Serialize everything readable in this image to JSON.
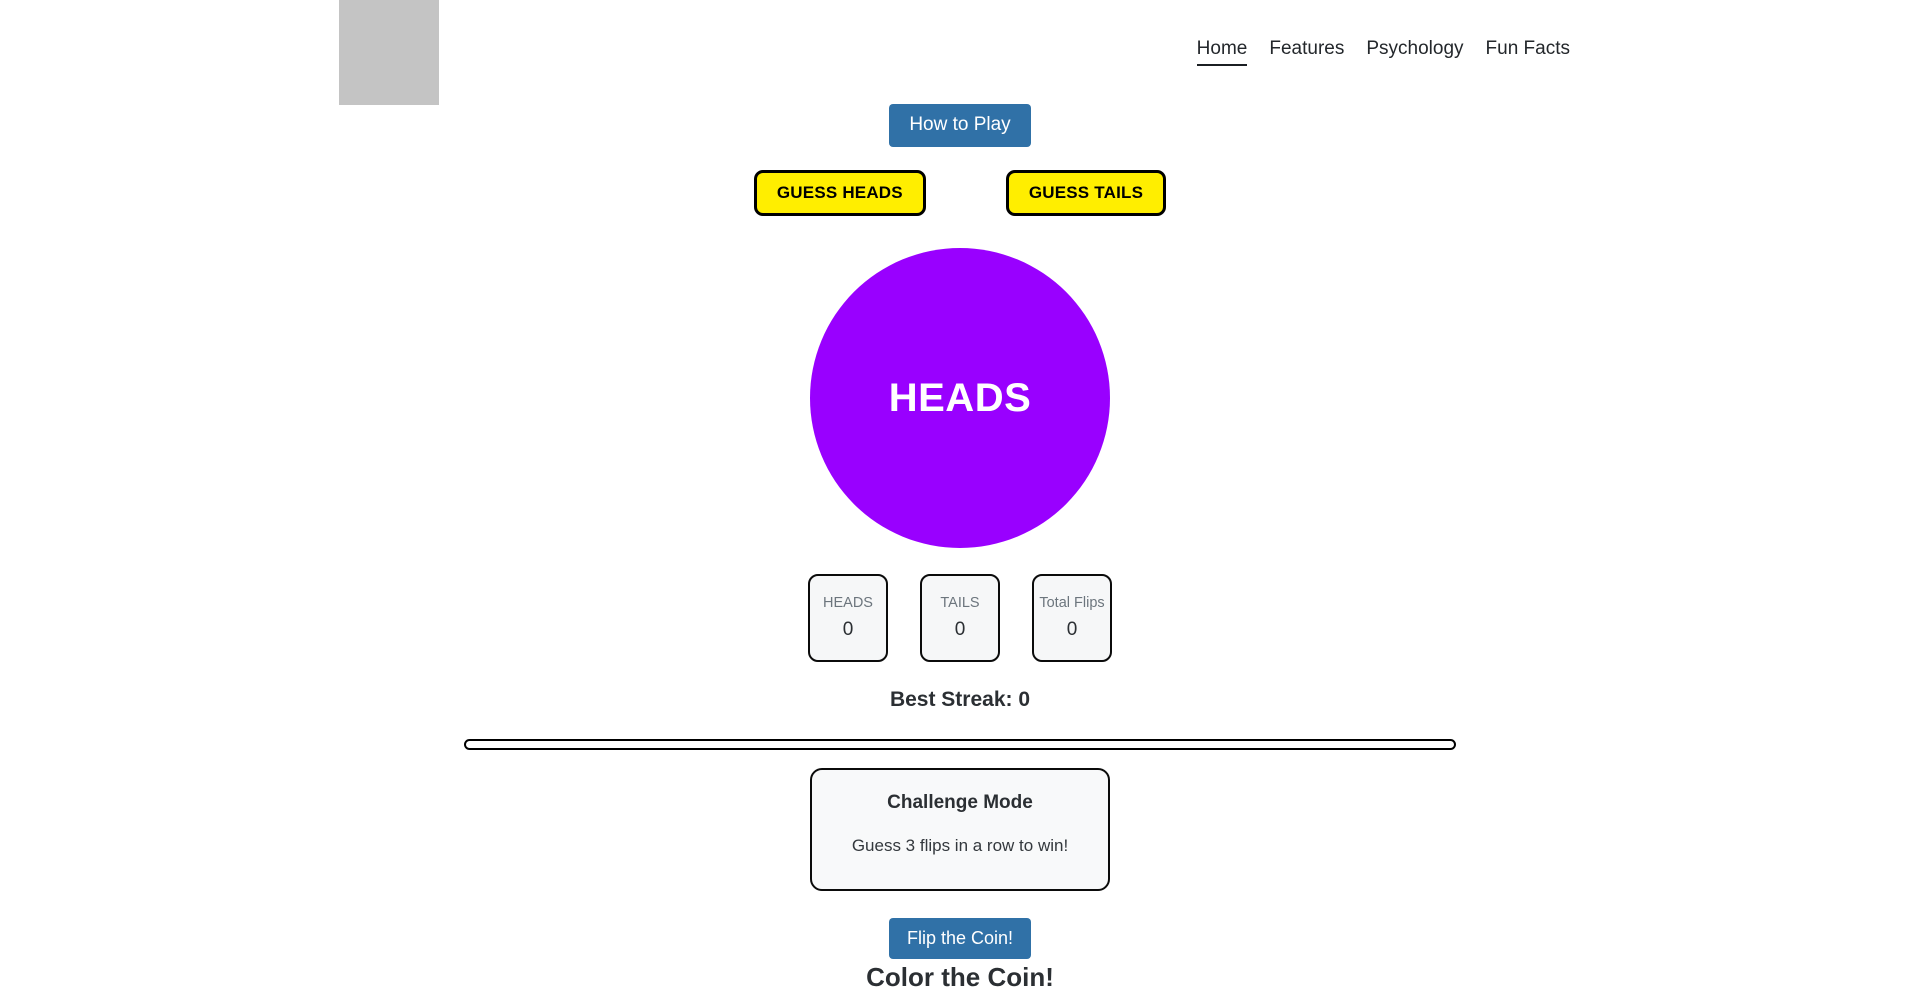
{
  "header": {
    "logo": "logo-placeholder-image",
    "nav": [
      {
        "label": "Home",
        "active": true
      },
      {
        "label": "Features",
        "active": false
      },
      {
        "label": "Psychology",
        "active": false
      },
      {
        "label": "Fun Facts",
        "active": false
      }
    ]
  },
  "actions": {
    "how_to_play": "How to Play",
    "guess_heads": "GUESS HEADS",
    "guess_tails": "GUESS TAILS",
    "flip_coin": "Flip the Coin!"
  },
  "coin": {
    "face": "HEADS",
    "color": "#9900ff"
  },
  "stats": [
    {
      "label": "HEADS",
      "value": "0"
    },
    {
      "label": "TAILS",
      "value": "0"
    },
    {
      "label": "Total Flips",
      "value": "0"
    }
  ],
  "best_streak": "Best Streak: 0",
  "progress": {
    "percent": 0
  },
  "challenge": {
    "title": "Challenge Mode",
    "description": "Guess 3 flips in a row to win!"
  },
  "color_section": {
    "heading": "Color the Coin!"
  },
  "colors": {
    "accent_blue": "#3071a7",
    "guess_yellow": "#ffee00",
    "coin_purple": "#9900ff",
    "border_black": "#000000",
    "card_grey": "#f6f7f8"
  }
}
